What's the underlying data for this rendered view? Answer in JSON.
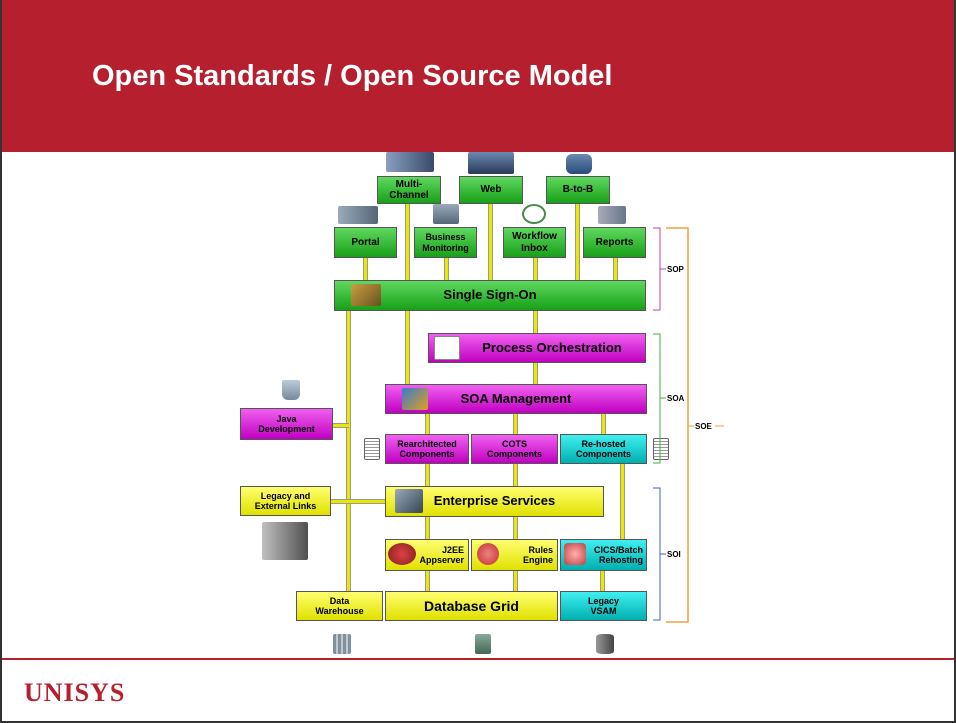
{
  "slide": {
    "title": "Open Standards / Open Source Model",
    "logo": "UNISYS"
  },
  "colors": {
    "header": "#b51f2e",
    "green": "#2fbf2f",
    "magenta": "#e020e0",
    "yellow": "#f4f400",
    "cyan": "#20d0d0"
  },
  "channels": {
    "multi_channel": "Multi-\nChannel",
    "web": "Web",
    "b2b": "B-to-B"
  },
  "presentation": {
    "portal": "Portal",
    "business_monitoring": "Business\nMonitoring",
    "workflow_inbox": "Workflow\nInbox",
    "reports": "Reports"
  },
  "sso": "Single Sign-On",
  "process_orchestration": "Process Orchestration",
  "soa_management": "SOA Management",
  "java_development": "Java\nDevelopment",
  "components": {
    "rearchitected": "Rearchitected\nComponents",
    "cots": "COTS\nComponents",
    "rehosted": "Re-hosted\nComponents"
  },
  "legacy_links": "Legacy and\nExternal Links",
  "enterprise_services": "Enterprise Services",
  "engines": {
    "j2ee": "J2EE\nAppserver",
    "rules": "Rules\nEngine",
    "cics": "CICS/Batch\nRehosting"
  },
  "data_warehouse": "Data\nWarehouse",
  "database_grid": "Database Grid",
  "legacy_vsam": "Legacy\nVSAM",
  "brackets": {
    "sop": "SOP",
    "soa": "SOA",
    "soi": "SOI",
    "soe": "SOE"
  }
}
